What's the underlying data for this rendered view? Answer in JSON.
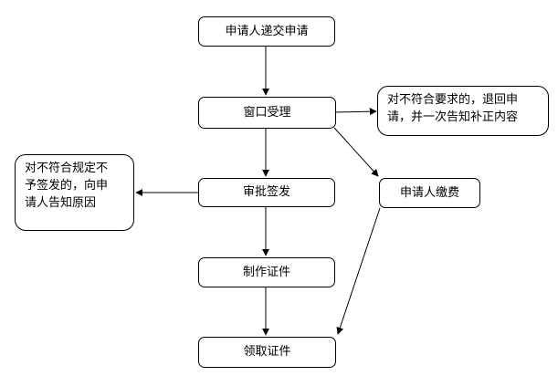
{
  "flow": {
    "apply": "申请人递交申请",
    "accept": "窗口受理",
    "approve": "审批签发",
    "make": "制作证件",
    "receive": "领取证件",
    "pay": "申请人缴费"
  },
  "notes": {
    "reject_return": [
      "对不符合要求的，退回申",
      "请，并一次告知补正内容"
    ],
    "reject_issue": [
      "对不符合规定不",
      "予签发的，向申",
      "请人告知原因"
    ]
  }
}
